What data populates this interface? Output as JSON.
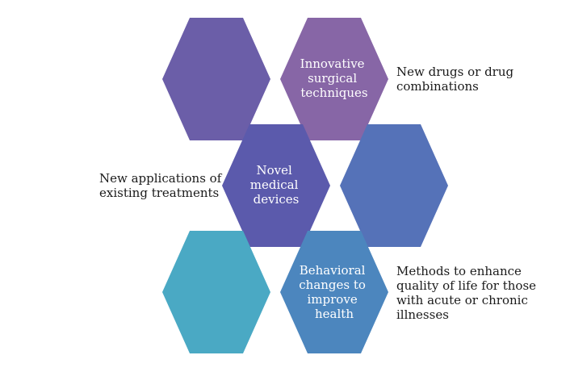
{
  "hexagons": [
    {
      "id": "hex-top-left",
      "color": "#6b5ea8",
      "lines": []
    },
    {
      "id": "hex-top-right",
      "color": "#8766a6",
      "lines": [
        "Innovative",
        "surgical",
        "techniques"
      ]
    },
    {
      "id": "hex-middle-left",
      "color": "#5b5aac",
      "lines": [
        "Novel",
        "medical",
        "devices"
      ]
    },
    {
      "id": "hex-middle-right",
      "color": "#5572b8",
      "lines": []
    },
    {
      "id": "hex-bottom-left",
      "color": "#4aa9c4",
      "lines": []
    },
    {
      "id": "hex-bottom-right",
      "color": "#4c86be",
      "lines": [
        "Behavioral",
        "changes to",
        "improve",
        "health"
      ]
    }
  ],
  "side_labels": {
    "drugs": [
      "New drugs or drug",
      "combinations"
    ],
    "applications": [
      "New applications of",
      "existing treatments"
    ],
    "quality": [
      "Methods to enhance",
      "quality of life for those",
      "with acute or chronic",
      "illnesses"
    ]
  }
}
